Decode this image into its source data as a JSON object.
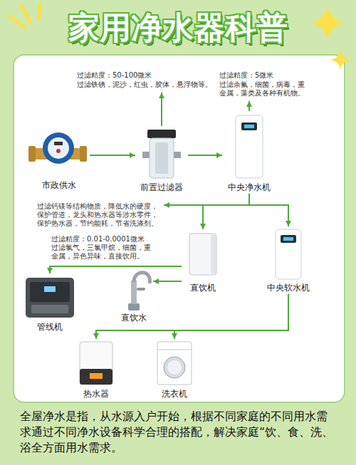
{
  "diagram": {
    "title": "家用净水器科普",
    "caption": "全屋净水是指，从水源入户开始，根据不同家庭的不同用水需求通过不同净水设备科学合理的搭配，解决家庭“饮、食、洗、浴全方面用水需求。",
    "nodes": [
      {
        "text": [
          "市政供水"
        ]
      },
      {
        "text": [
          "前置过滤器"
        ]
      },
      {
        "text": [
          "中央净水机"
        ]
      },
      {
        "text": [
          "直饮机"
        ]
      },
      {
        "text": [
          "中央软水机"
        ]
      },
      {
        "text": [
          "管线机"
        ]
      },
      {
        "text": [
          "直饮水"
        ]
      },
      {
        "text": [
          "热水器"
        ]
      },
      {
        "text": [
          "洗衣机"
        ]
      }
    ],
    "edges": [
      {
        "from": 0,
        "to": 1,
        "arrow": "to"
      },
      {
        "from": 1,
        "to": 2,
        "arrow": "to"
      },
      {
        "from": 2,
        "to": 3,
        "arrow": "to"
      },
      {
        "from": 2,
        "to": 4,
        "arrow": "to"
      },
      {
        "from": 3,
        "to": 5,
        "arrow": "to"
      },
      {
        "from": 3,
        "to": 6,
        "arrow": "to"
      },
      {
        "from": 4,
        "to": 7,
        "arrow": "to"
      },
      {
        "from": 4,
        "to": 8,
        "arrow": "to"
      }
    ],
    "labels": [
      "过滤精度：50-100微米",
      "过滤铁锈，泥沙，红虫，胶体，悬浮物等。",
      "过滤精度：5微米",
      "过滤余氟，细菌，病毒，重金属，藻类及各种有机物。",
      "过滤钙镁等结构物质，降低水的硬度，保护管道，龙头和热水器等涉水零件，保护热水器，节约能耗，节省洗涤剂。",
      "过滤精度：0.01-0.0001微米",
      "过滤氯气，三氯甲烷，细菌，重金属，异色异味，直接饮用。"
    ]
  }
}
